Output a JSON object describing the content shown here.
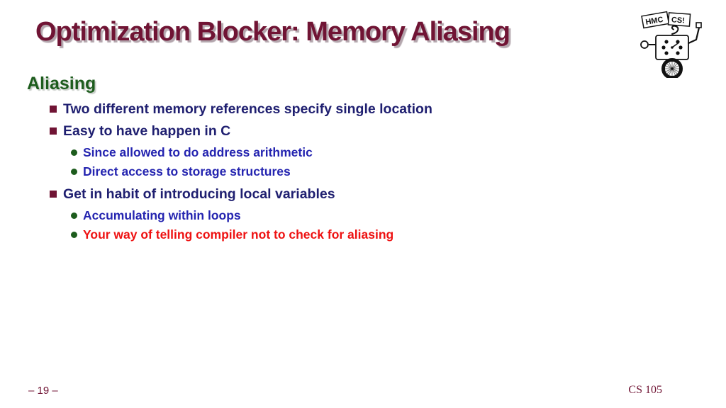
{
  "slide": {
    "title": "Optimization Blocker: Memory Aliasing",
    "heading": "Aliasing",
    "bullets": [
      {
        "level": 1,
        "text": "Two different memory references specify single location"
      },
      {
        "level": 1,
        "text": "Easy to have happen in C"
      },
      {
        "level": 2,
        "text": "Since allowed to do address arithmetic"
      },
      {
        "level": 2,
        "text": "Direct access to storage structures"
      },
      {
        "level": 1,
        "text": "Get in habit of introducing local variables"
      },
      {
        "level": 2,
        "text": "Accumulating within loops"
      },
      {
        "level": 2,
        "text": "Your way of telling compiler not to check for aliasing",
        "emphasis": "red"
      }
    ],
    "footer": {
      "page_number": "– 19 –",
      "course": "CS 105"
    },
    "logo": {
      "banner_left": "HMC",
      "banner_right": "CS!"
    }
  },
  "colors": {
    "bg": "#ffffff",
    "maroon": "#701434",
    "navy": "#1f1f70",
    "blue": "#2424b0",
    "green": "#1d5c1d",
    "red": "#ee1111",
    "shadow-gray": "#b3a6ad",
    "shadow-gray-light": "#c9cdc9"
  }
}
